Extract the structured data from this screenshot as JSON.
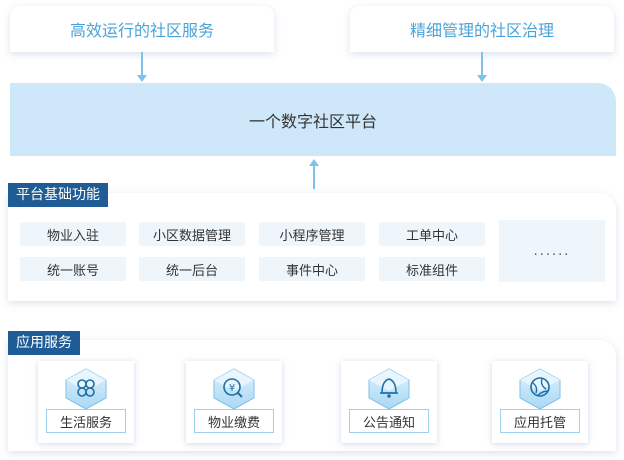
{
  "top_boxes": {
    "left": "高效运行的社区服务",
    "right": "精细管理的社区治理"
  },
  "platform": {
    "title": "一个数字社区平台"
  },
  "basic_section": {
    "label": "平台基础功能",
    "items": [
      "物业入驻",
      "小区数据管理",
      "小程序管理",
      "工单中心",
      "统一账号",
      "统一后台",
      "事件中心",
      "标准组件"
    ],
    "more": "......"
  },
  "apps_section": {
    "label": "应用服务",
    "apps": [
      {
        "label": "生活服务",
        "icon": "clover-icon"
      },
      {
        "label": "物业缴费",
        "icon": "yuan-search-icon"
      },
      {
        "label": "公告通知",
        "icon": "bell-icon"
      },
      {
        "label": "应用托管",
        "icon": "globe-icon"
      }
    ]
  },
  "colors": {
    "accent_text": "#4aa3d8",
    "platform_bg": "#cfe8f9",
    "label_bg": "#1f5c96",
    "chip_bg": "#eef6fc"
  }
}
